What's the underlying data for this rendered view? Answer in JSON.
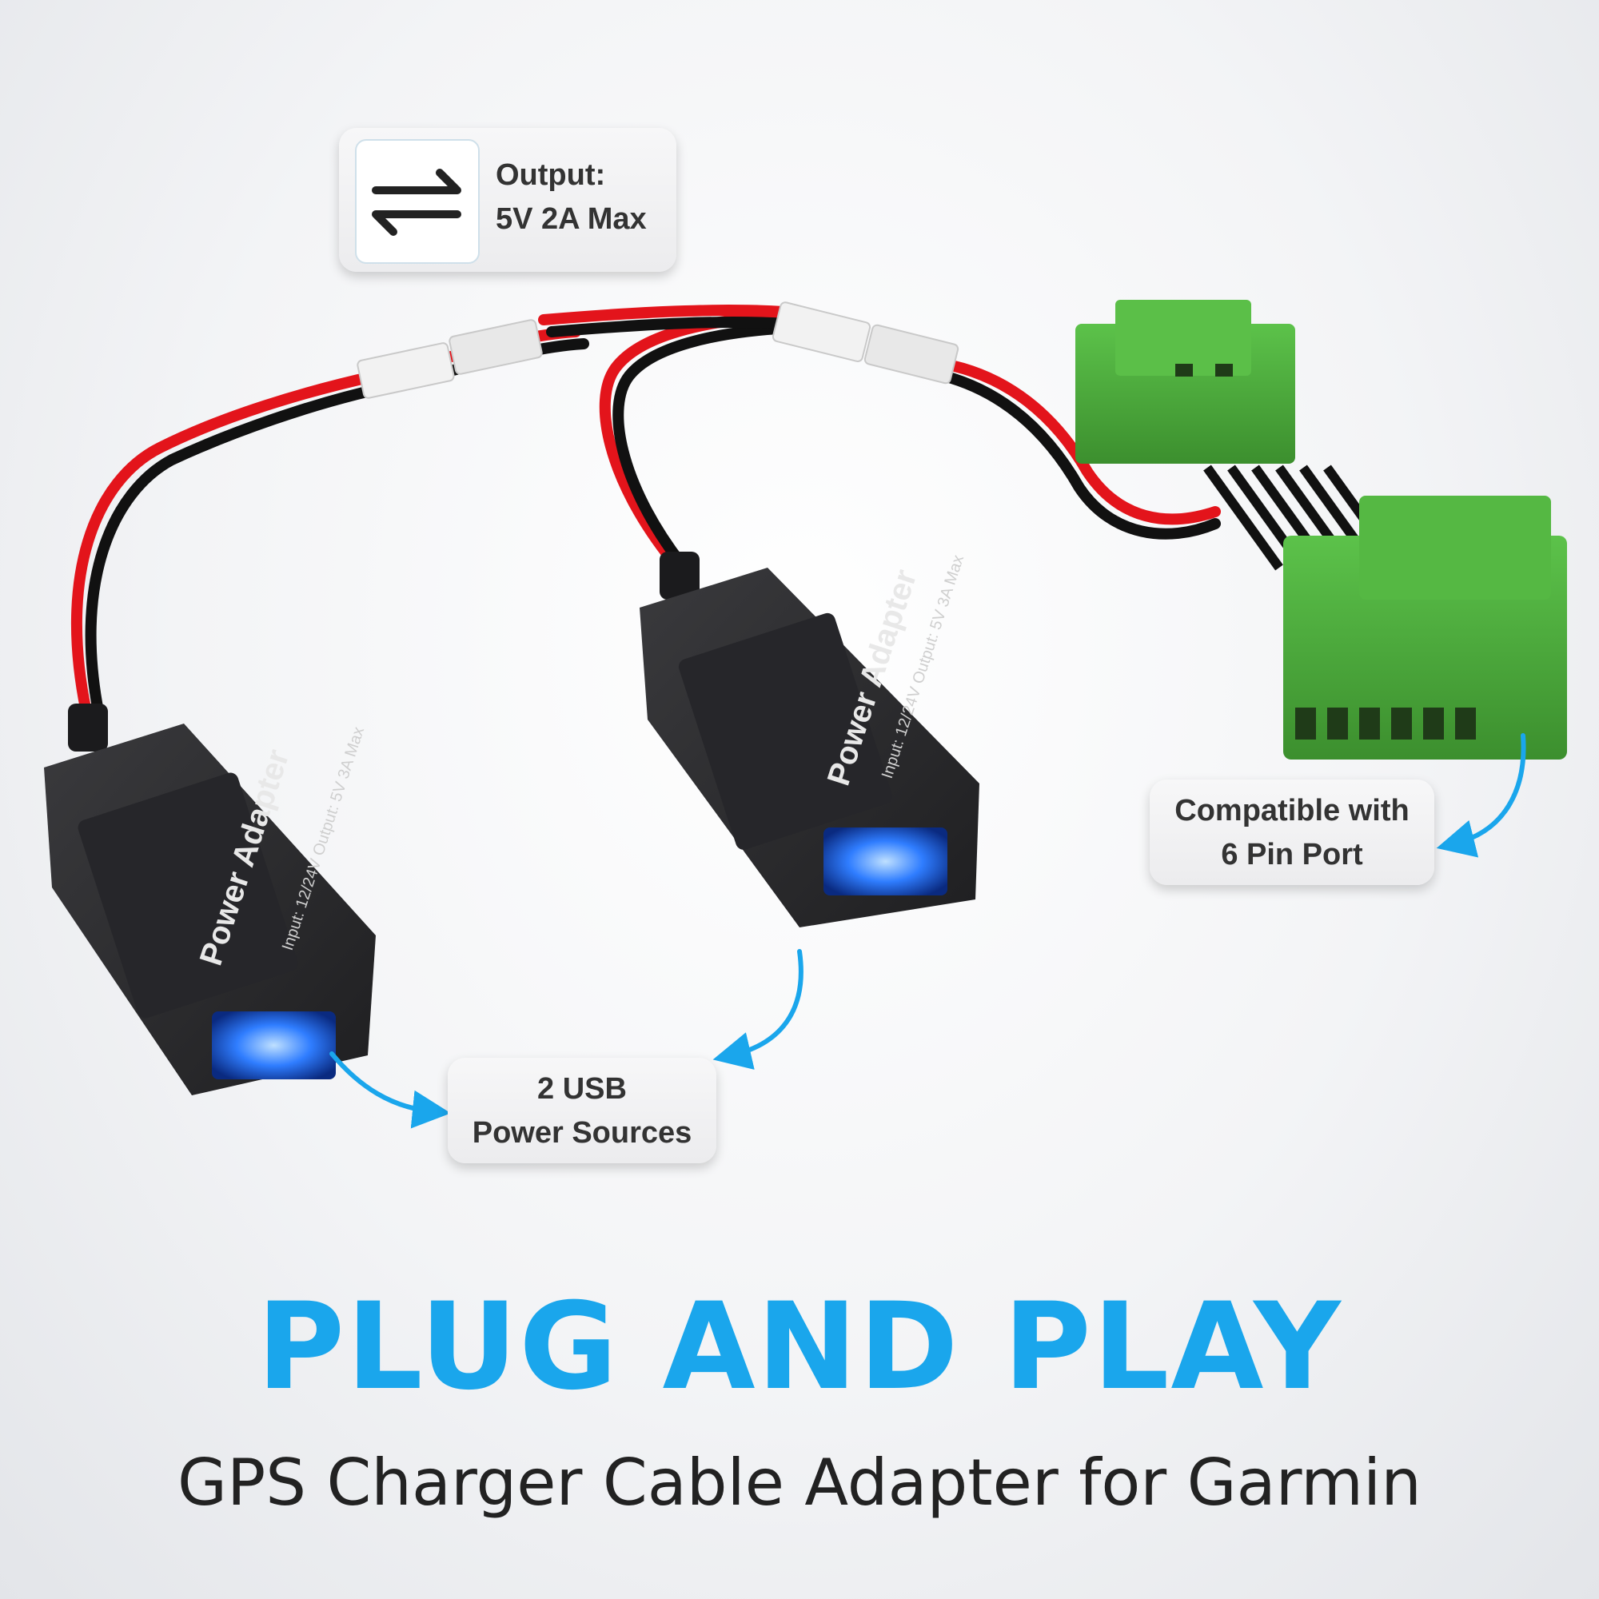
{
  "callouts": {
    "output": {
      "line1": "Output:",
      "line2": "5V 2A Max",
      "icon": "swap-arrows-icon"
    },
    "compatible": {
      "line1": "Compatible with",
      "line2": "6 Pin Port"
    },
    "usb": {
      "line1": "2 USB",
      "line2": "Power Sources"
    }
  },
  "adapter_label": {
    "title": "Power Adapter",
    "specs": "Input: 12/24V  Output: 5V 3A Max"
  },
  "headline": "PLUG AND PLAY",
  "subline": "GPS Charger Cable Adapter for Garmin",
  "colors": {
    "accent": "#1aa6ec",
    "connector_green": "#4caf3c",
    "wire_red": "#e3141b",
    "adapter_body": "#2b2b2d",
    "usb_glow": "#2f7dff"
  }
}
